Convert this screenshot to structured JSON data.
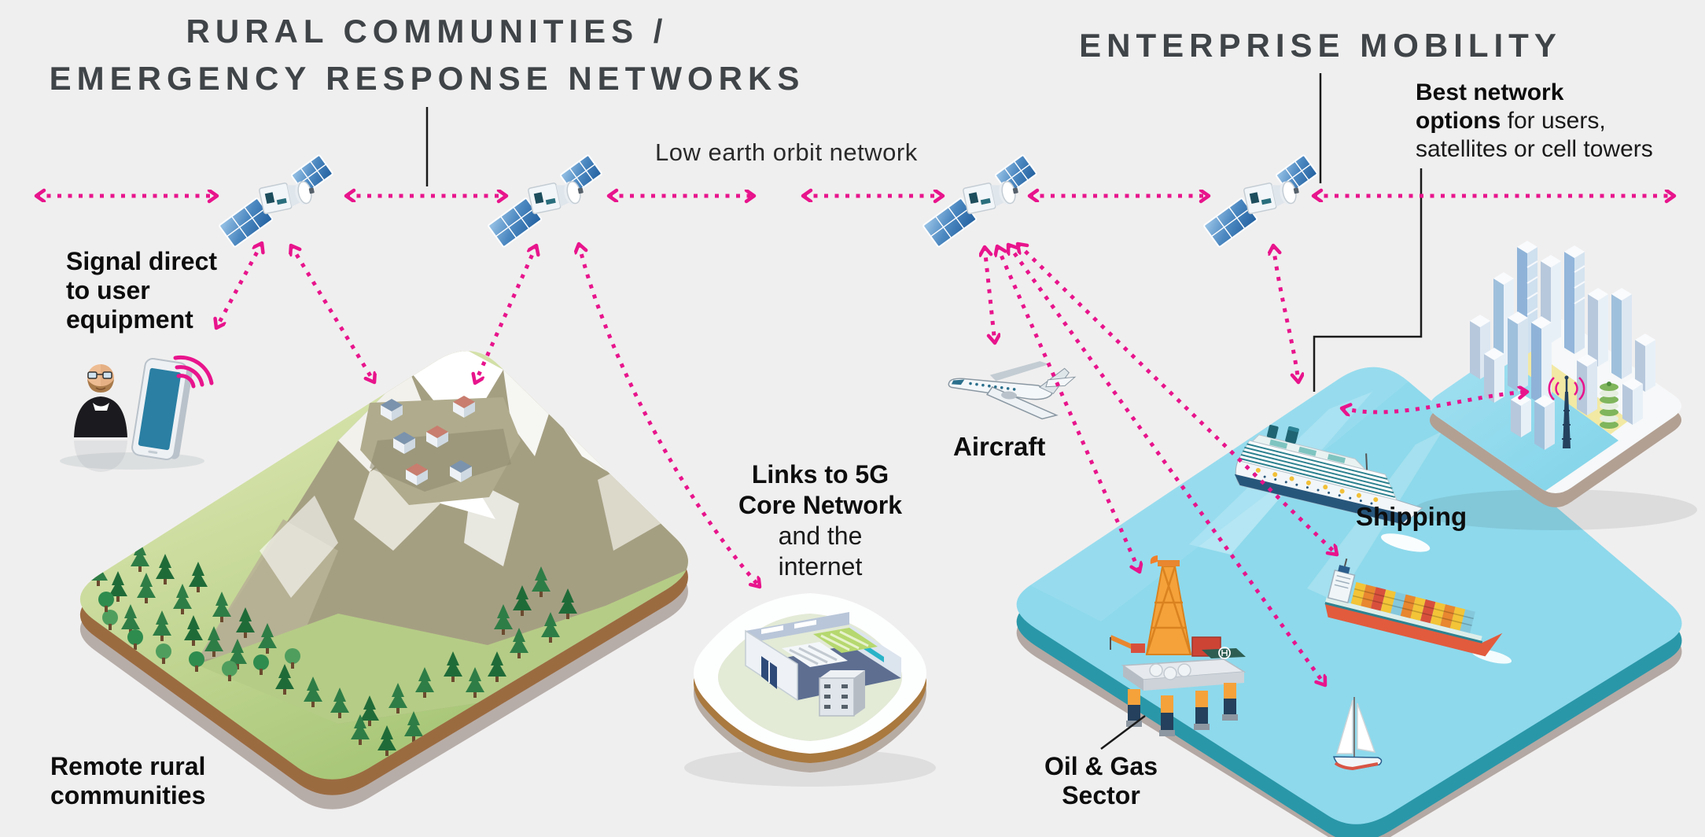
{
  "left_heading": {
    "line1": "RURAL COMMUNITIES /",
    "line2": "EMERGENCY RESPONSE NETWORKS"
  },
  "right_heading": "ENTERPRISE MOBILITY",
  "labels": {
    "leo": "Low earth orbit network",
    "signal": {
      "line1": "Signal direct",
      "line2": "to user",
      "line3": "equipment"
    },
    "links": {
      "line1": "Links to 5G",
      "line2": "Core Network",
      "line3": "and the",
      "line4": "internet"
    },
    "best": {
      "line1": "Best network",
      "line2_bold": "options",
      "line2_rest": " for users,",
      "line3": "satellites or cell towers"
    },
    "aircraft": "Aircraft",
    "shipping": "Shipping",
    "oil": {
      "line1": "Oil & Gas",
      "line2": "Sector"
    },
    "rural": {
      "line1": "Remote rural",
      "line2": "communities"
    }
  },
  "colors": {
    "accent_magenta": "#e8148c",
    "heading_gray": "#3f4448",
    "label_black": "#0d0d0d",
    "ocean_blue": "#8ed9ec",
    "grass_green": "#b5cc86",
    "background": "#f0efef"
  },
  "icons": [
    "satellite-icon",
    "airplane-icon",
    "cruise-ship-icon",
    "container-ship-icon",
    "sailboat-icon",
    "oil-rig-icon",
    "city-icon",
    "cell-tower-icon",
    "datacenter-icon",
    "mountain-terrain-icon",
    "person-icon",
    "smartphone-icon",
    "wifi-signal-icon"
  ]
}
